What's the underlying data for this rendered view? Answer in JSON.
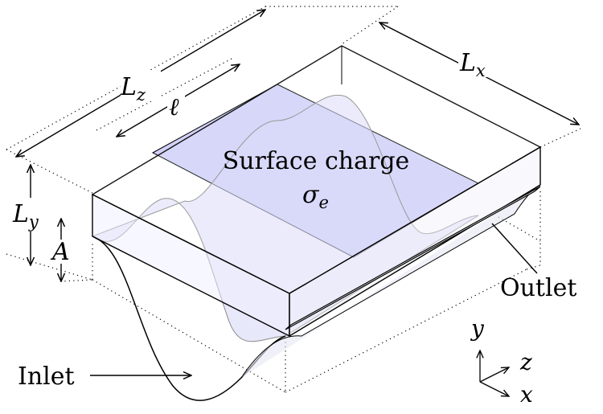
{
  "dimensions": {
    "Lz": "L",
    "Lz_sub": "z",
    "ell": "ℓ",
    "Lx": "L",
    "Lx_sub": "x",
    "Ly": "L",
    "Ly_sub": "y",
    "A": "A"
  },
  "surface": {
    "label": "Surface charge",
    "symbol": "σ",
    "symbol_sub": "e",
    "fill_color": "#c9c9f7"
  },
  "labels": {
    "inlet": "Inlet",
    "outlet": "Outlet"
  },
  "axes": {
    "y": "y",
    "z": "z",
    "x": "x"
  }
}
